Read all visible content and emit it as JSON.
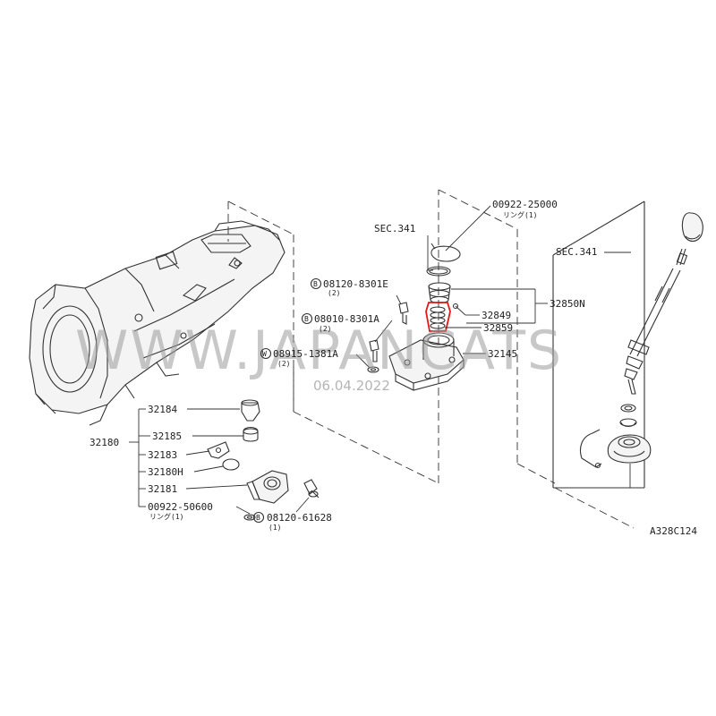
{
  "diagram": {
    "watermark": "WWW.JAPANCATS",
    "date_stamp": "06.04.2022",
    "diagram_code": "A328C124",
    "highlight_color": "#e01818",
    "sections": {
      "left": "SEC.341",
      "right": "SEC.341"
    },
    "labels": {
      "p00922_25000": "00922-25000",
      "p00922_25000_sub": "リング(1)",
      "p08120_8301E": "08120-8301E",
      "p08120_8301E_qty": "(2)",
      "p08010_8301A": "08010-8301A",
      "p08010_8301A_qty": "(2)",
      "p08915_1381A": "08915-1381A",
      "p08915_1381A_qty": "(2)",
      "p32850N": "32850N",
      "p32849": "32849",
      "p32859": "32859",
      "p32145": "32145",
      "p32184": "32184",
      "p32185": "32185",
      "p32183": "32183",
      "p32180H": "32180H",
      "p32181": "32181",
      "p32180": "32180",
      "p00922_50600": "00922-50600",
      "p00922_50600_sub": "リング(1)",
      "p08120_61628": "08120-61628",
      "p08120_61628_qty": "(1)",
      "prefix_B": "B",
      "prefix_W": "W"
    }
  }
}
